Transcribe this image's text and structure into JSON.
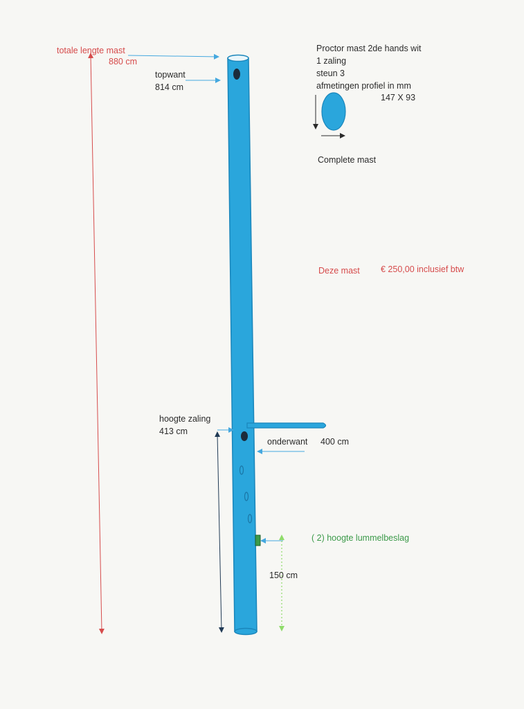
{
  "colors": {
    "mast_fill": "#2aa6dc",
    "mast_stroke": "#1a86bb",
    "red_label": "#d64b4b",
    "blue_arrow": "#45a8df",
    "navy_arrow": "#203a55",
    "green": "#3c9a4a",
    "light_green": "#8fdc6a",
    "text": "#2b2b2b"
  },
  "labels": {
    "total_length_title": "totale lengte mast",
    "total_length_value": "880 cm",
    "topwant_title": "topwant",
    "topwant_value": "814 cm",
    "spreader_height_title": "hoogte  zaling",
    "spreader_height_value": "413 cm",
    "lower_shroud_title": "onderwant",
    "lower_shroud_value": "400 cm",
    "gooseneck_title": "( 2) hoogte lummelbeslag",
    "gooseneck_value": "150 cm"
  },
  "info": {
    "line1": "Proctor mast  2de hands wit",
    "line2": "1 zaling",
    "line3": "steun 3",
    "line4": "afmetingen profiel in mm",
    "dimensions": "147 X 93",
    "complete": "Complete mast"
  },
  "price": {
    "label": "Deze mast",
    "value": "€ 250,00 inclusief btw"
  },
  "icons": {
    "profile": "oval-cross-section-icon"
  }
}
